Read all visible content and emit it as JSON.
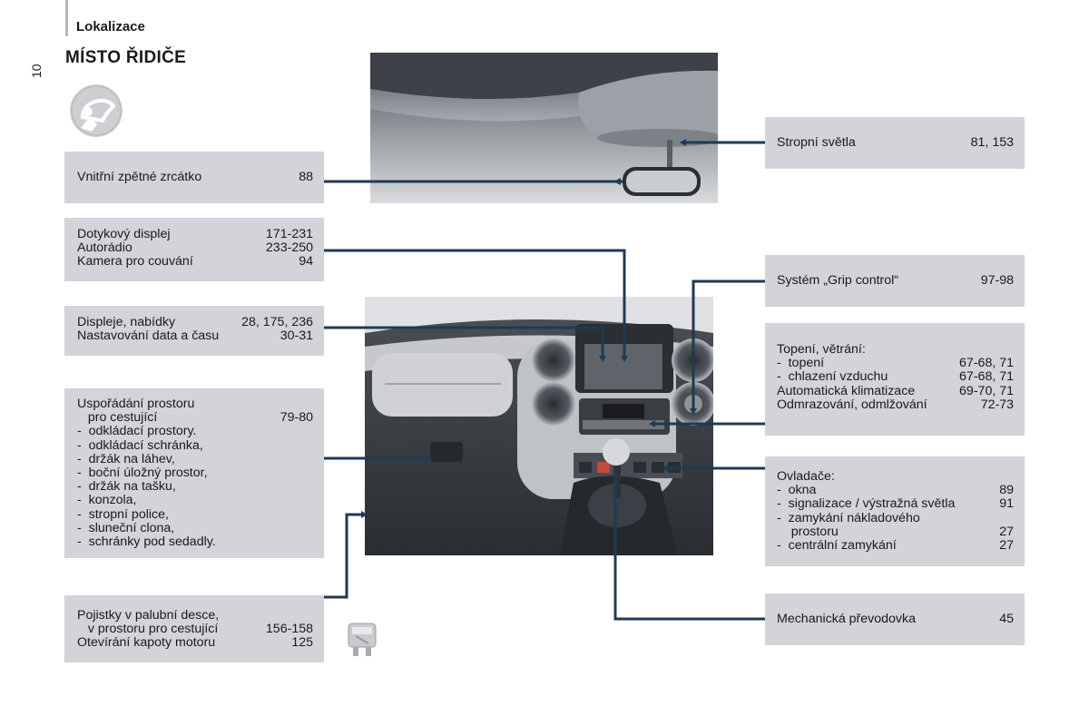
{
  "header": {
    "section": "Lokalizace",
    "page_number": "10",
    "title": "MÍSTO ŘIDIČE"
  },
  "left_boxes": {
    "mirror": {
      "label": "Vnitřní zpětné zrcátko",
      "page": "88"
    },
    "display": {
      "rows": [
        {
          "label": "Dotykový displej",
          "page": "171-231"
        },
        {
          "label": "Autorádio",
          "page": "233-250"
        },
        {
          "label": "Kamera pro couvání",
          "page": "94"
        }
      ]
    },
    "screens": {
      "rows": [
        {
          "label": "Displeje, nabídky",
          "page": "28, 175, 236"
        },
        {
          "label": "Nastavování data a času",
          "page": "30-31"
        }
      ]
    },
    "storage": {
      "rows": [
        {
          "label": "Uspořádání prostoru",
          "page": ""
        },
        {
          "label": "   pro cestující",
          "page": "79-80"
        },
        {
          "label": "-  odkládací prostory.",
          "page": ""
        },
        {
          "label": "-  odkládací schránka,",
          "page": ""
        },
        {
          "label": "-  držák na láhev,",
          "page": ""
        },
        {
          "label": "-  boční úložný prostor,",
          "page": ""
        },
        {
          "label": "-  držák na tašku,",
          "page": ""
        },
        {
          "label": "-  konzola,",
          "page": ""
        },
        {
          "label": "-  stropní police,",
          "page": ""
        },
        {
          "label": "-  sluneční clona,",
          "page": ""
        },
        {
          "label": "-  schránky pod sedadly.",
          "page": ""
        }
      ]
    },
    "fuses": {
      "rows": [
        {
          "label": "Pojistky v palubní desce,",
          "page": ""
        },
        {
          "label": "   v prostoru pro cestující",
          "page": "156-158"
        },
        {
          "label": "Otevírání kapoty motoru",
          "page": "125"
        }
      ]
    }
  },
  "right_boxes": {
    "ceiling": {
      "label": "Stropní světla",
      "page": "81, 153"
    },
    "grip": {
      "label": "Systém „Grip control“",
      "page": "97-98"
    },
    "heating": {
      "rows": [
        {
          "label": "Topení, větrání:",
          "page": ""
        },
        {
          "label": "-  topení",
          "page": "67-68, 71"
        },
        {
          "label": "-  chlazení vzduchu",
          "page": "67-68, 71"
        },
        {
          "label": "Automatická klimatizace",
          "page": "69-70, 71"
        },
        {
          "label": "Odmrazování, odmlžování",
          "page": "72-73"
        }
      ]
    },
    "controls": {
      "rows": [
        {
          "label": "Ovladače:",
          "page": ""
        },
        {
          "label": "-  okna",
          "page": "89"
        },
        {
          "label": "-  signalizace / výstražná světla",
          "page": "91"
        },
        {
          "label": "-  zamykání nákladového",
          "page": ""
        },
        {
          "label": "    prostoru",
          "page": "27"
        },
        {
          "label": "-  centrální zamykání",
          "page": "27"
        }
      ]
    },
    "gearbox": {
      "label": "Mechanická převodovka",
      "page": "45"
    }
  },
  "colors": {
    "box_bg": "#d3d3d9",
    "leader_line": "#1e3a56",
    "bar": "#b9b9bd"
  },
  "icons": {
    "badge": "steering-wheel-driver-icon",
    "fuse": "fuse-icon"
  }
}
